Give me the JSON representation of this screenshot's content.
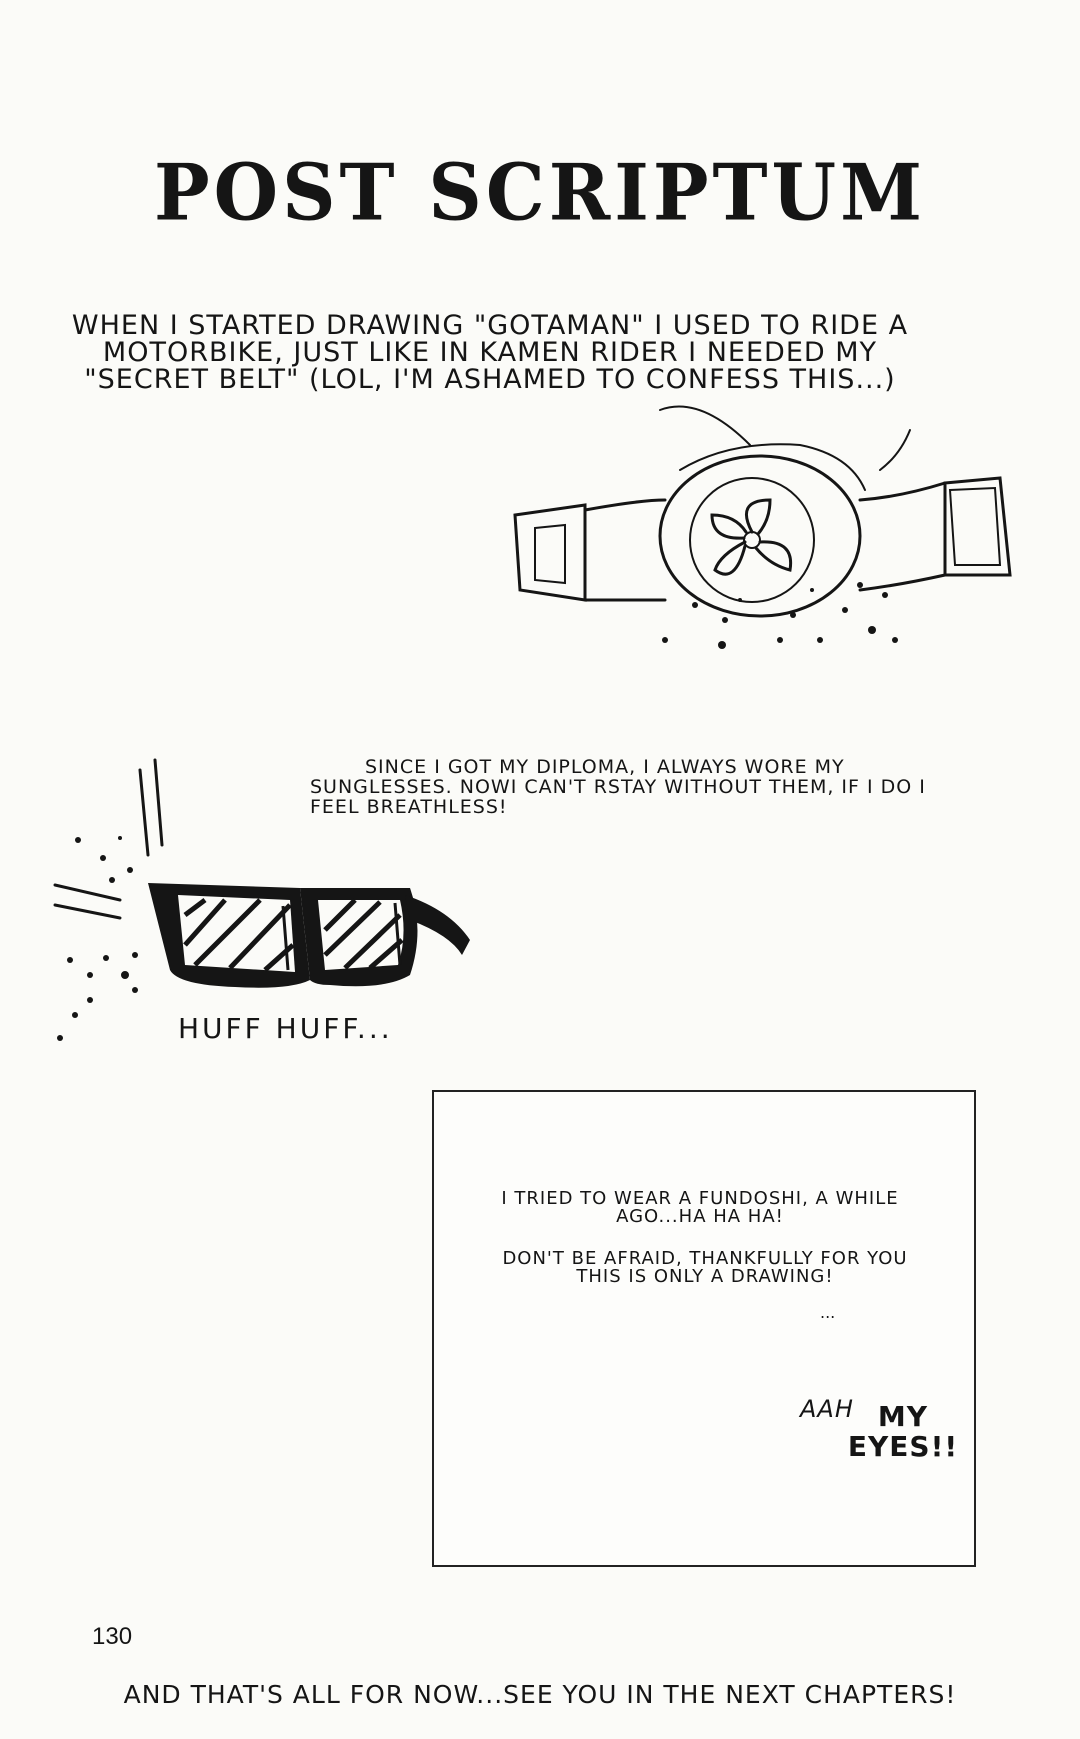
{
  "title": "POST SCRIPTUM",
  "intro_text": "WHEN I STARTED DRAWING \"GOTAMAN\" I USED TO RIDE A MOTORBIKE, JUST LIKE IN KAMEN RIDER I NEEDED MY \"SECRET BELT\" (LOL, I'M ASHAMED TO CONFESS THIS...)",
  "sunglasses_text": "SINCE I GOT MY DIPLOMA, I ALWAYS WORE MY SUNGLESSES. NOWI CAN'T RSTAY WITHOUT THEM, IF I DO I FEEL BREATHLESS!",
  "huff_text": "HUFF HUFF...",
  "fundoshi_text_1": "I TRIED TO WEAR A FUNDOSHI, A WHILE AGO...HA HA HA!",
  "fundoshi_text_2": "DON'T BE AFRAID, THANKFULLY FOR YOU THIS IS ONLY A DRAWING!",
  "ellipsis_text": "...",
  "aah_text": "AAH",
  "my_eyes_text": "MY EYES!!",
  "page_number": "130",
  "footer_text": "AND THAT'S ALL FOR NOW...SEE YOU IN THE NEXT CHAPTERS!",
  "icons": [
    "secret-belt-illustration",
    "sunglasses-illustration",
    "fundoshi-illustration",
    "surprised-character-icon",
    "glasses-character-icon"
  ],
  "colors": {
    "ink": "#151515",
    "paper": "#fbfbf8"
  }
}
